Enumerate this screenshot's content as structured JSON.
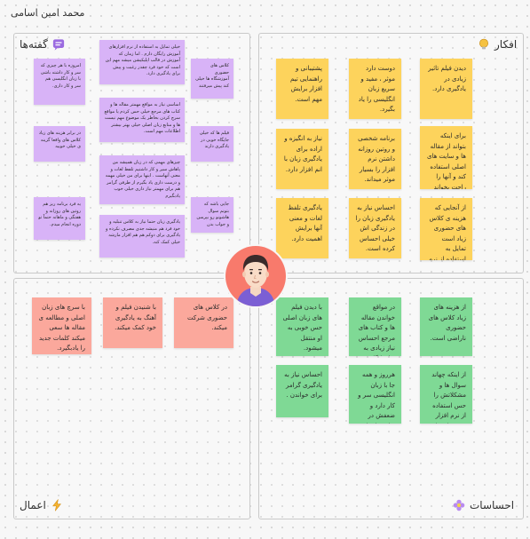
{
  "title": "محمد امین اسامی",
  "quadrants": {
    "thinks": {
      "title": "افکار",
      "notes": [
        "دیدن فیلم تاثیر زیادی در یادگیری دارد.",
        "دوست دارد موثر ، مفید و سریع زبان انگلیسی را یاد بگیرد.",
        "پشتیبانی و راهنمایی تیم افزار برایش مهم است.",
        "برای اینکه بتواند از مقاله ها و سایت های اصلی استفاده کند و آنها را راحت بخواند نیاز به یادگیری زبان دارد.",
        "برنامه شخصی و روتین روزانه داشتن نرم افزار را بسیار موثر میداند.",
        "نیاز به انگیزه و اراده برای یادگیری زبان با انم افزار دارد.",
        "از آنجایی که هزینه ی کلاس های حضوری زیاد است تمایل به استفاده از نرم افزار دارد.",
        "احساس نیاز به یادگیری زبان را در زندگی اش خیلی احساس کرده است.",
        "یادگیری تلفظ لغات و معنی آنها برایش اهمیت دارد."
      ]
    },
    "feels": {
      "title": "احساسات",
      "notes": [
        "از هزینه های زیاد کلاس های حضوری ناراضی است.",
        "در مواقع خواندن مقاله ها و کتاب های مرجع احساس نیاز زیادی به زبان انگلیسی پیدا کرده است.",
        "با دیدن فیلم های زبان اصلی حس خوبی به او منتقل میشود.",
        "از اینکه چهاند سوال ها و مشکلاتش را حس استفاده از نرم افزار بپرسد احساس خوبی دارد.",
        "هرروز و همه جا با زبان انگلیسی سر و کار دارد و ضعفش در زبان برای او احساس نگرانی ایجاد میکند.",
        "احساس نیاز به یادگیری گرامر برای خواندن ."
      ]
    },
    "does": {
      "title": "اعمال",
      "notes": [
        "در کلاس های حضوری شرکت میکند.",
        "با شنیدن فیلم و آهنگ به یادگیری خود کمک میکند.",
        "با سرچ های زبان اصلی و مطالعه ی مقاله ها سعی میکند کلمات جدید را یادبگیرد."
      ]
    },
    "says": {
      "title": "گفته‌ها",
      "notes": [
        "کلاس های حضوری آموزشگاه ها خیلی کند پیش میرفتند",
        "خیلی تمایل به استفاده از نرم افزارهای آموزش رایگان دارم . اما زمان که آموزش در قالب اپلیکیشن میشه مهم این است که خود فرد چقدر رغبت و پیش برای یادگیری دارد.",
        "امروزه با هر چیزی که سر و کار داشته باشی با زبان انگلیسی هم سر و کار داری.",
        "فیلم ها که خیلی جایگاه خوبی در یادگیری دارند",
        "اساسی نیاز به مواقع مهمتر مقاله ها و کتاب های مرجع خیلی حس کردم یا مواقع سرچ کردن بخاطر یک موضوع مهم نیست ها و منابع زبان اصلی خیلی بهتر بیشتر اطلاعات مهم است.",
        "در برابر هزینه های زیاد کلاس های واقعا گزینه ی خیلی خوبیه",
        "جایی باشه که بتونم سوال هاشونو رو بپرسن و جواب بدن",
        "چیزهای مهمی که در زبان همیشه من پاهاش سیر و کار داشتیم تلفظ لغات و معنی آنهاست . اینها برای من خیلی مهمه و درست داری یاد بگیرم از طرفی گرامر هم برای مهمتر نیاز داری خیلی خوب یادبگیرم",
        "یه فرد برنامه ریز هم روتین های روزانه و هفتگی و ماهانه حتماً تو دوره انجام میدم.",
        "یادگیری زبان حتما نیاز به کلاس تنبلیه و خود فرد هم منیشه جدی مصرف نکرده و یادگیری برای دوکم هم هم افزار مارشه خیلی کمک کنه."
      ]
    }
  },
  "colors": {
    "thinks_note": "#fdd35c",
    "feels_note": "#7fd995",
    "does_note": "#fba89c",
    "says_note": "#d8b3f7",
    "avatar_bg": "#f87a6c"
  },
  "icons": {
    "thinks": "lightbulb-icon",
    "feels": "flower-icon",
    "does": "lightning-icon",
    "says": "speech-bubble-icon",
    "center": "avatar-face"
  }
}
